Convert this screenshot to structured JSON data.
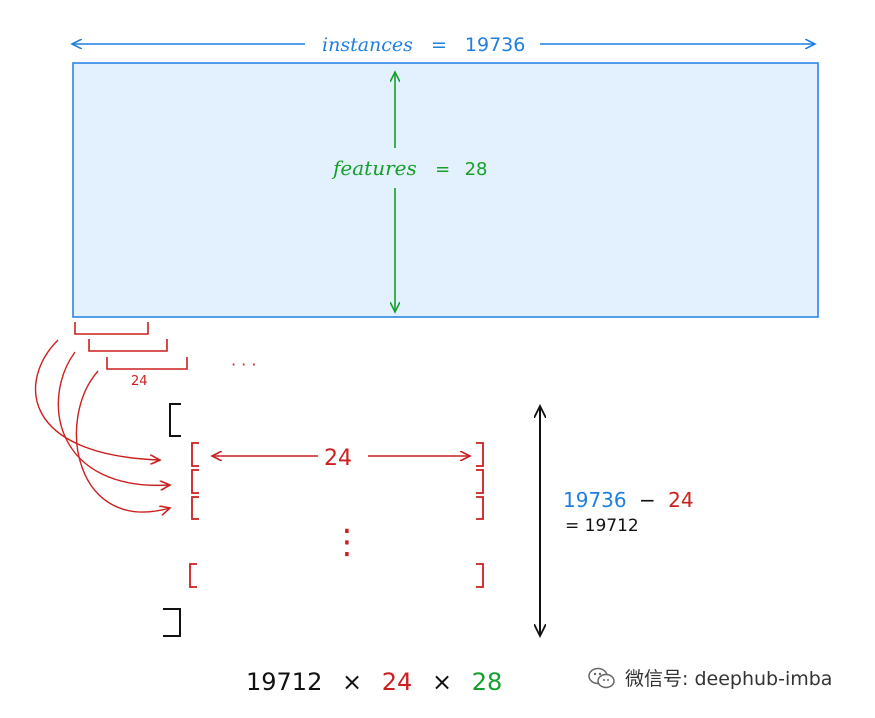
{
  "colors": {
    "blue": "#1f7fe0",
    "green": "#14a02a",
    "red": "#cc1f1f",
    "black": "#111111",
    "box_fill": "#e3f0fd",
    "box_stroke": "#2a86e6"
  },
  "top_arrow": {
    "label": "instances",
    "eq": "=",
    "value": "19736"
  },
  "features": {
    "label": "features",
    "eq": "=",
    "value": "28"
  },
  "window": {
    "size": "24",
    "ellipsis": "· · ·"
  },
  "matrix": {
    "inner_width": "24",
    "vdots": "⋮"
  },
  "rows": {
    "total": "19736",
    "minus": "−",
    "window": "24",
    "result": "= 19712"
  },
  "shape": {
    "a": "19712",
    "x1": "×",
    "b": "24",
    "x2": "×",
    "c": "28"
  },
  "watermark": {
    "icon": "wechat-icon",
    "text": "微信号: deephub-imba"
  }
}
